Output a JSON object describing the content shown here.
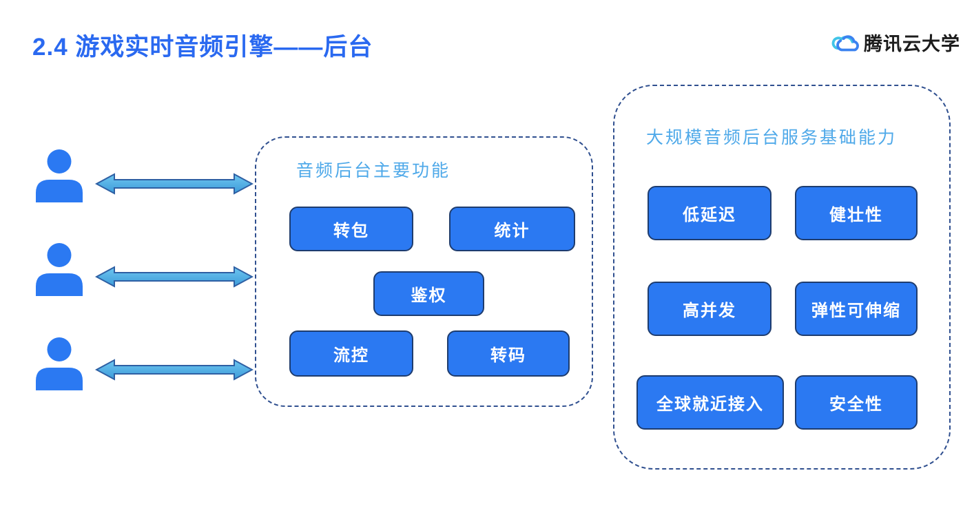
{
  "slide": {
    "title": "2.4 游戏实时音频引擎——后台",
    "brand": {
      "name": "腾讯云大学",
      "icon": "tencent-cloud-logo"
    }
  },
  "clients": {
    "count": 3,
    "icon": "user-icon",
    "connector_icon": "double-headed-arrow-icon"
  },
  "middle_panel": {
    "title": "音频后台主要功能",
    "buttons": [
      "转包",
      "统计",
      "鉴权",
      "流控",
      "转码"
    ]
  },
  "right_panel": {
    "title": "大规模音频后台服务基础能力",
    "buttons": [
      "低延迟",
      "健壮性",
      "高并发",
      "弹性可伸缩",
      "全球就近接入",
      "安全性"
    ]
  },
  "colors": {
    "title_text": "#2A69F0",
    "panel_title_text": "#4FA9E9",
    "box_fill": "#2B79F2",
    "box_border": "#1E3C6E",
    "dashed_outline": "#2F4F8F",
    "arrow_fill_top": "#6EC6F0",
    "arrow_fill_bottom": "#3D9BD9",
    "arrow_outline": "#2E5FA3",
    "user_icon_fill": "#2B79F2",
    "brand_cloud_cyan": "#40C4E8",
    "brand_cloud_blue": "#3B82F0",
    "brand_text": "#1C1C1C"
  }
}
